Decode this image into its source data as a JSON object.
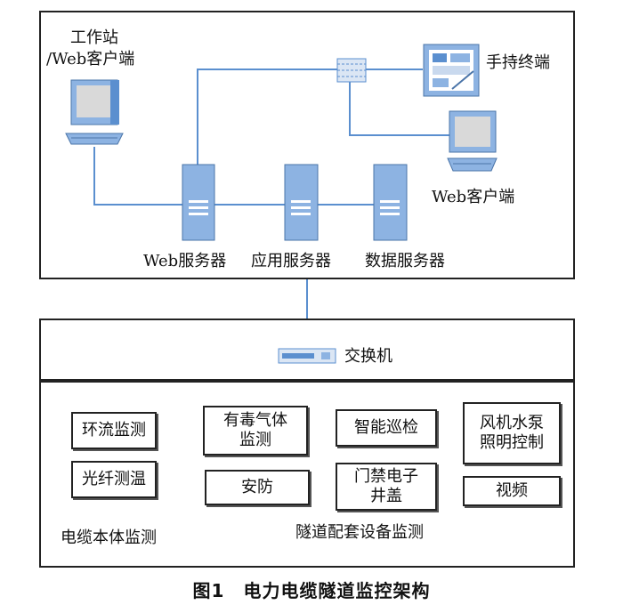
{
  "top": {
    "workstation_line1": "工作站",
    "workstation_line2": "/Web客户端",
    "handheld": "手持终端",
    "web_client": "Web客户端",
    "web_server": "Web服务器",
    "app_server": "应用服务器",
    "data_server": "数据服务器"
  },
  "middle": {
    "switch_label": "交换机"
  },
  "bottom": {
    "cable_group_label": "电缆本体监测",
    "tunnel_group_label": "隧道配套设备监测",
    "boxes": {
      "huanliu": "环流监测",
      "guangxian": "光纤测温",
      "toxic_line1": "有毒气体",
      "toxic_line2": "监测",
      "anfang": "安防",
      "zhineng": "智能巡检",
      "menjin_line1": "门禁电子",
      "menjin_line2": "井盖",
      "fengji_line1": "风机水泵",
      "fengji_line2": "照明控制",
      "shipin": "视频"
    }
  },
  "caption": "图1　电力电缆隧道监控架构",
  "colors": {
    "line": "#5b8fcf",
    "server": "#8db3e2",
    "frame": "#222222"
  }
}
